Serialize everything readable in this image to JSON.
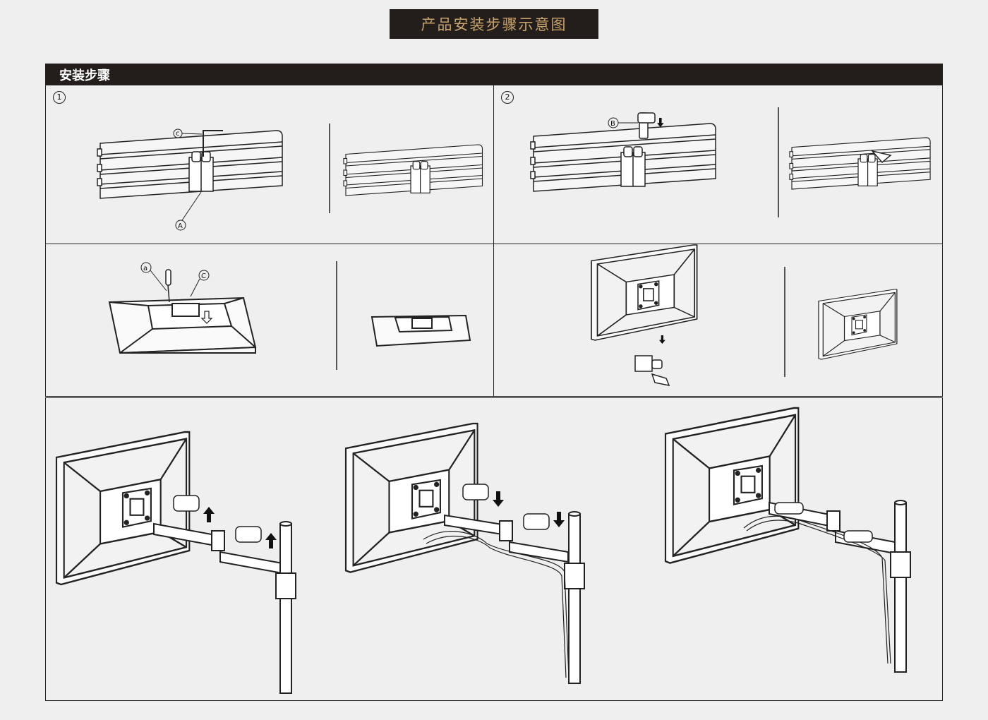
{
  "header": {
    "title": "产品安装步骤示意图"
  },
  "section": {
    "title": "安装步骤"
  },
  "steps": [
    {
      "number": "1",
      "callouts": [
        "c",
        "A"
      ]
    },
    {
      "number": "2",
      "callouts": [
        "B"
      ]
    },
    {
      "callouts": [
        "a",
        "C"
      ]
    }
  ],
  "colors": {
    "banner_bg": "#231e1c",
    "banner_text": "#c9a46a",
    "line": "#222222",
    "background": "#efefef"
  }
}
